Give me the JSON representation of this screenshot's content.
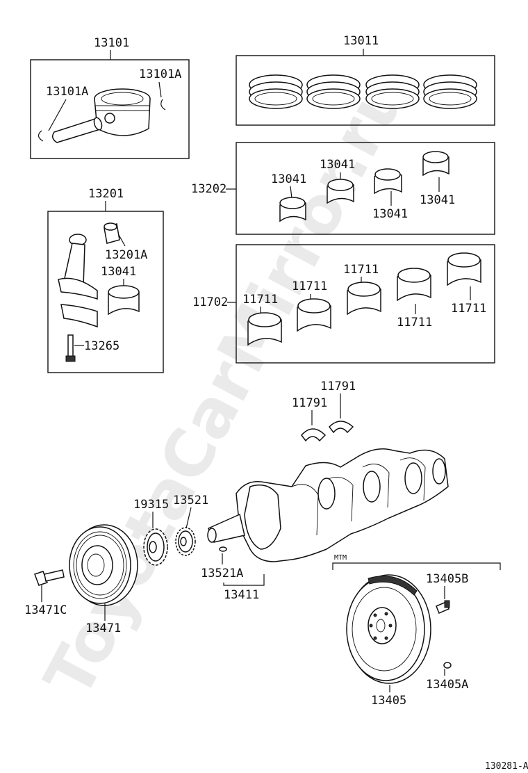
{
  "watermark": "ToyotaCarMirror.ru",
  "diagram_id": "130281-A",
  "groups": {
    "piston": {
      "label": "13101",
      "parts": [
        "13101A",
        "13101A"
      ]
    },
    "rings": {
      "label": "13011"
    },
    "conrod_bearings": {
      "label": "13202",
      "parts": [
        "13041",
        "13041",
        "13041",
        "13041"
      ]
    },
    "main_bearings": {
      "label": "11702",
      "parts": [
        "11711",
        "11711",
        "11711",
        "11711",
        "11711"
      ]
    },
    "conrod": {
      "label": "13201",
      "parts": [
        "13201A",
        "13041",
        "13265"
      ]
    },
    "flywheel": {
      "label": "MTM",
      "parts": [
        "13405B",
        "13405A",
        "13405"
      ]
    }
  },
  "parts": {
    "thrust_washer_a": "11791",
    "thrust_washer_b": "11791",
    "crank_gear": "13521",
    "crank_key": "13521A",
    "crank_sprocket": "19315",
    "crankshaft": "13411",
    "pulley": "13471",
    "pulley_bolt": "13471C"
  }
}
